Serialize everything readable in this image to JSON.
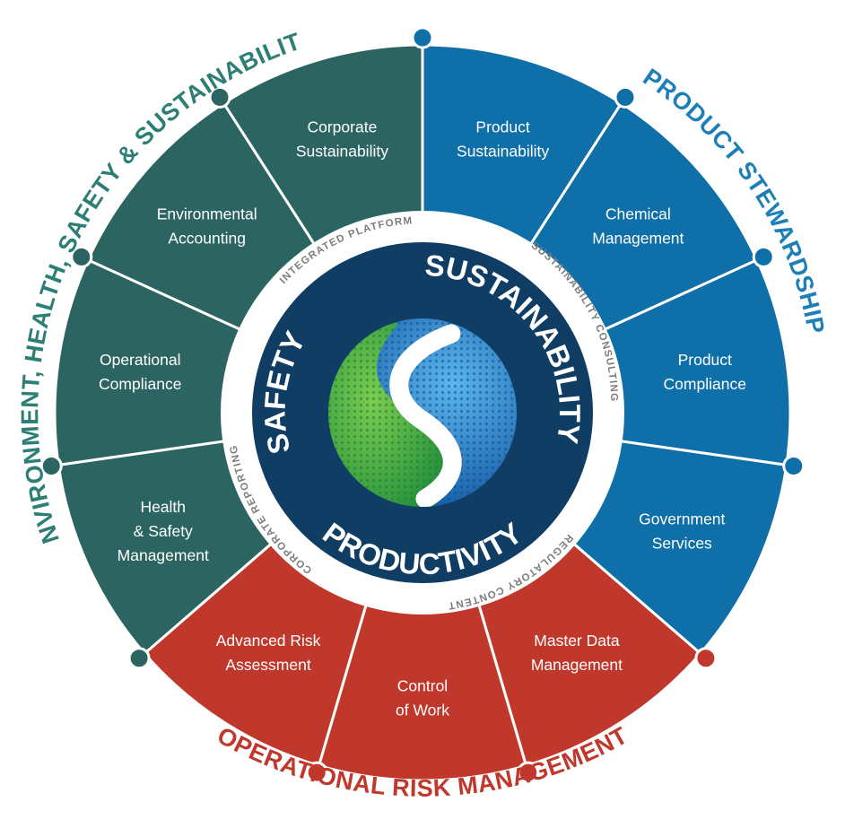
{
  "colors": {
    "ehs": "#2b6460",
    "product": "#0f6fa8",
    "risk": "#c0372c",
    "core": "#0f3d64",
    "ring_text": "#7d7d7d",
    "ehs_title": "#2d7e74",
    "product_title": "#1d7fb8",
    "risk_title": "#c0372c"
  },
  "categories": {
    "ehs": "ENVIRONMENT, HEALTH, SAFETY & SUSTAINABILITY",
    "product": "PRODUCT STEWARDSHIP",
    "risk": "OPERATIONAL RISK MANAGEMENT"
  },
  "segments": [
    {
      "lines": [
        "Corporate",
        "Sustainability"
      ],
      "group": "ehs"
    },
    {
      "lines": [
        "Product",
        "Sustainability"
      ],
      "group": "product"
    },
    {
      "lines": [
        "Chemical",
        "Management"
      ],
      "group": "product"
    },
    {
      "lines": [
        "Product",
        "Compliance"
      ],
      "group": "product"
    },
    {
      "lines": [
        "Government",
        "Services"
      ],
      "group": "product"
    },
    {
      "lines": [
        "Master Data",
        "Management"
      ],
      "group": "risk"
    },
    {
      "lines": [
        "Control",
        "of Work"
      ],
      "group": "risk"
    },
    {
      "lines": [
        "Advanced Risk",
        "Assessment"
      ],
      "group": "risk"
    },
    {
      "lines": [
        "Health",
        "& Safety",
        "Management"
      ],
      "group": "ehs"
    },
    {
      "lines": [
        "Operational",
        "Compliance"
      ],
      "group": "ehs"
    },
    {
      "lines": [
        "Environmental",
        "Accounting"
      ],
      "group": "ehs"
    }
  ],
  "ring": {
    "integrated_platform": "INTEGRATED PLATFORM",
    "sustainability_consulting": "SUSTAINABILITY CONSULTING",
    "regulatory_content": "REGULATORY CONTENT",
    "corporate_reporting": "CORPORATE REPORTING"
  },
  "core": {
    "safety": "SAFETY",
    "sustainability": "SUSTAINABILITY",
    "productivity": "PRODUCTIVITY"
  }
}
